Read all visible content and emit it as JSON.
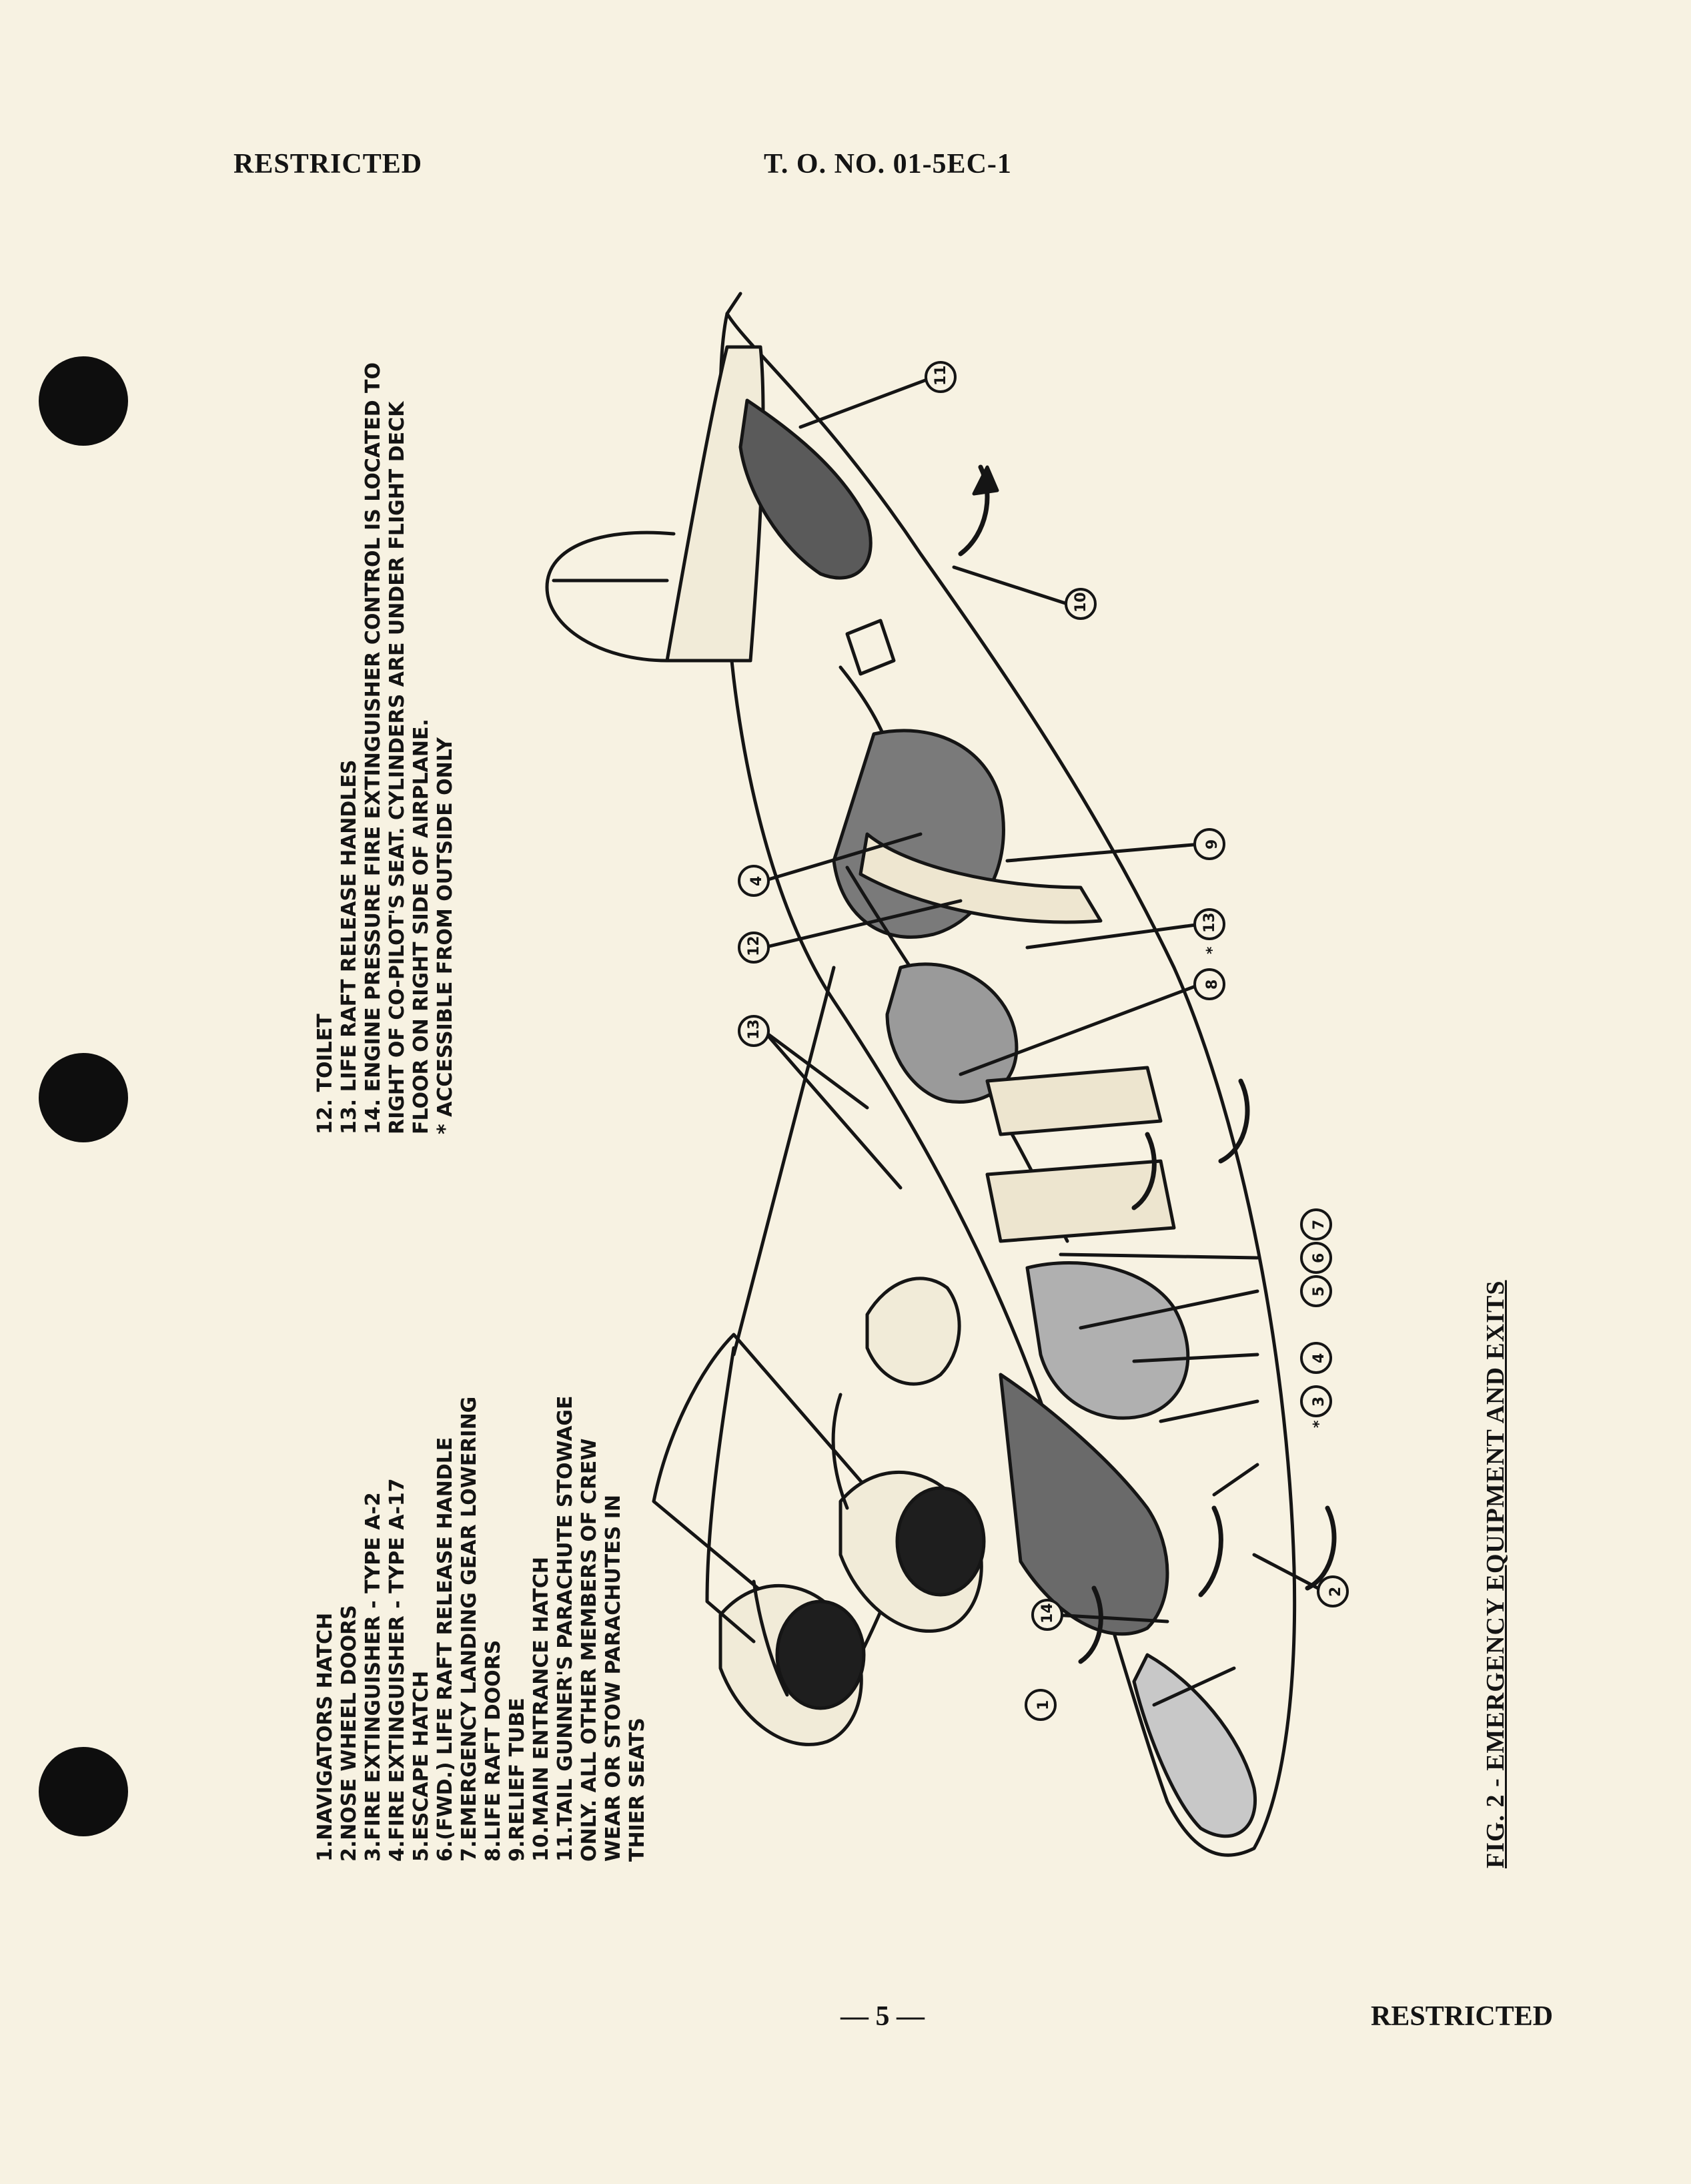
{
  "header": {
    "left": "RESTRICTED",
    "right": "T. O. NO. 01-5EC-1"
  },
  "footer": {
    "page_number": "— 5 —",
    "right": "RESTRICTED"
  },
  "legend_left": [
    "1.NAVIGATORS HATCH",
    "2.NOSE WHEEL DOORS",
    "3.FIRE EXTINGUISHER - TYPE A-2",
    "4.FIRE EXTINGUISHER - TYPE A-17",
    "5.ESCAPE HATCH",
    "6.(FWD.) LIFE RAFT RELEASE HANDLE",
    "7.EMERGENCY LANDING GEAR LOWERING",
    "8.LIFE RAFT DOORS",
    "9.RELIEF TUBE",
    "10.MAIN ENTRANCE HATCH",
    "11.TAIL GUNNER'S PARACHUTE STOWAGE",
    "ONLY. ALL OTHER MEMBERS OF CREW",
    "WEAR OR STOW PARACHUTES IN",
    "THIER SEATS"
  ],
  "legend_right": [
    "12. TOILET",
    "13. LIFE RAFT RELEASE HANDLES",
    "14. ENGINE PRESSURE FIRE EXTINGUISHER CONTROL IS LOCATED TO",
    "RIGHT OF CO-PILOT'S SEAT. CYLINDERS ARE UNDER FLIGHT DECK",
    "FLOOR ON RIGHT SIDE OF AIRPLANE.",
    "* ACCESSIBLE    FROM   OUTSIDE   ONLY"
  ],
  "caption": "FIG. 2 - EMERGENCY EQUIPMENT AND EXITS",
  "callouts": {
    "c1": "1",
    "c2": "2",
    "c3": "3",
    "c4": "4",
    "c5": "5",
    "c6": "6",
    "c7": "7",
    "c8": "8",
    "c9": "9",
    "c10": "10",
    "c11": "11",
    "c12": "12",
    "c13a": "13",
    "c13b": "13",
    "c14": "14",
    "c4b": "4",
    "star1": "*",
    "star2": "*"
  }
}
